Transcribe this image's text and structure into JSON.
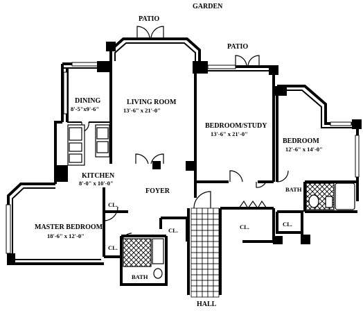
{
  "labels": {
    "garden": "GARDEN",
    "patio_left": "PATIO",
    "patio_right": "PATIO",
    "hall": "HALL",
    "foyer": "FOYER"
  },
  "rooms": {
    "living_room": {
      "name": "LIVING ROOM",
      "size": "13'-6\" x 21'-0\""
    },
    "dining": {
      "name": "DINING",
      "size": "8'-5\"x9'-6\""
    },
    "kitchen": {
      "name": "KITCHEN",
      "size": "8'-0\" x 10'-0\""
    },
    "bedroom_study": {
      "name": "BEDROOM/STUDY",
      "size": "13'-6\" x 21'-0\""
    },
    "bedroom": {
      "name": "BEDROOM",
      "size": "12'-6\" x 14'-0\""
    },
    "master_bedroom": {
      "name": "MASTER BEDROOM",
      "size": "18'-6\" x 12'-0\""
    }
  },
  "closets": {
    "cl_master_upper": "CL.",
    "cl_master_lower": "CL.",
    "cl_foyer": "CL.",
    "cl_hall": "CL.",
    "cl_bedroom": "CL."
  },
  "baths": {
    "bath_right": "BATH",
    "bath_master": "BATH"
  }
}
